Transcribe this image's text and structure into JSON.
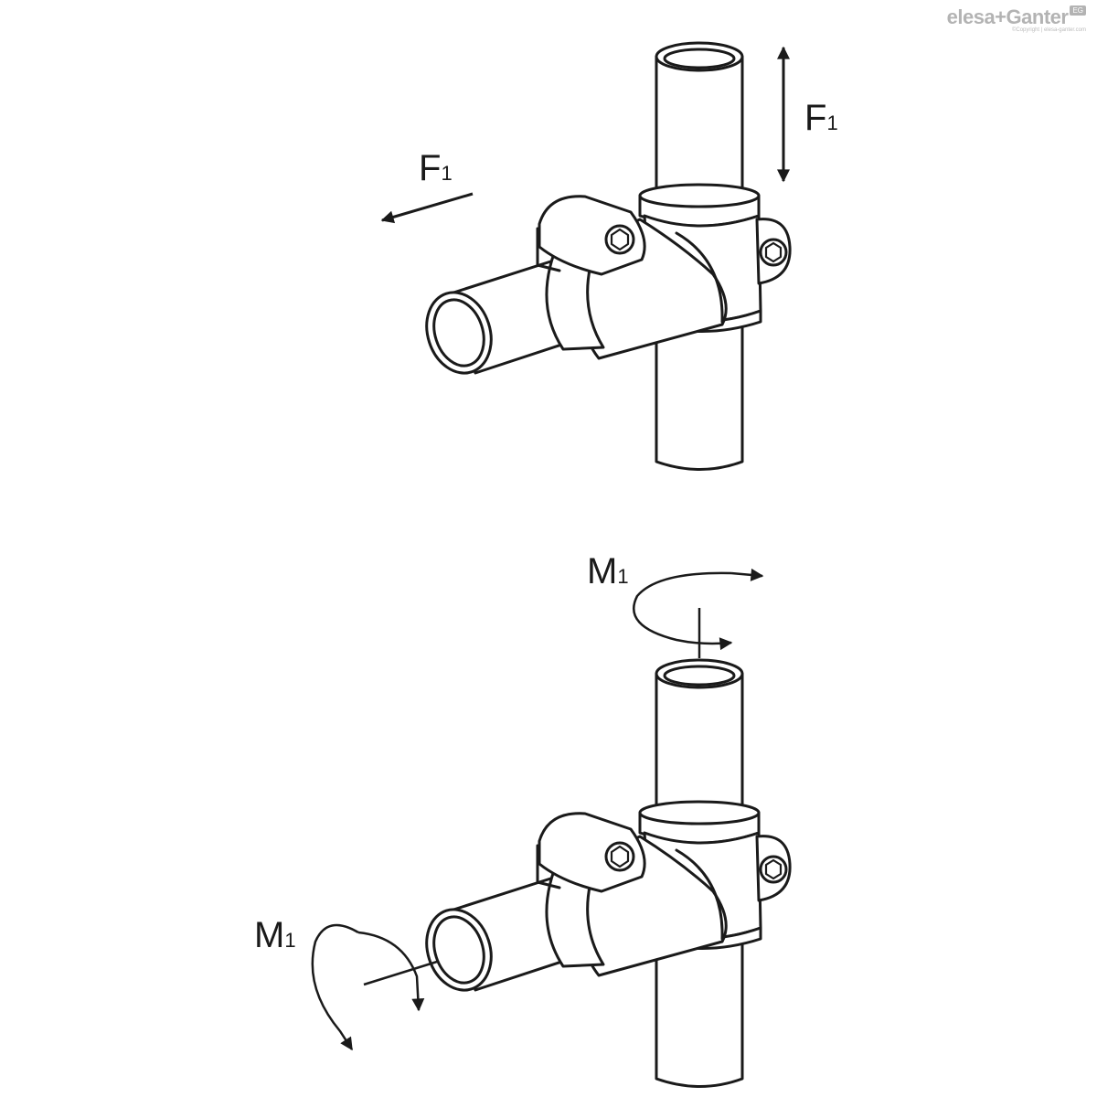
{
  "logo": {
    "brand_name": "elesa+Ganter",
    "badge": "EG",
    "copyright": "©Copyright | elesa-ganter.com"
  },
  "labels": {
    "force_vertical": "F",
    "force_vertical_sub": "1",
    "force_horizontal": "F",
    "force_horizontal_sub": "1",
    "moment_vertical": "M",
    "moment_vertical_sub": "1",
    "moment_horizontal": "M",
    "moment_horizontal_sub": "1"
  },
  "colors": {
    "line": "#1a1a1a",
    "background": "#ffffff",
    "logo": "#b3b3b3"
  }
}
